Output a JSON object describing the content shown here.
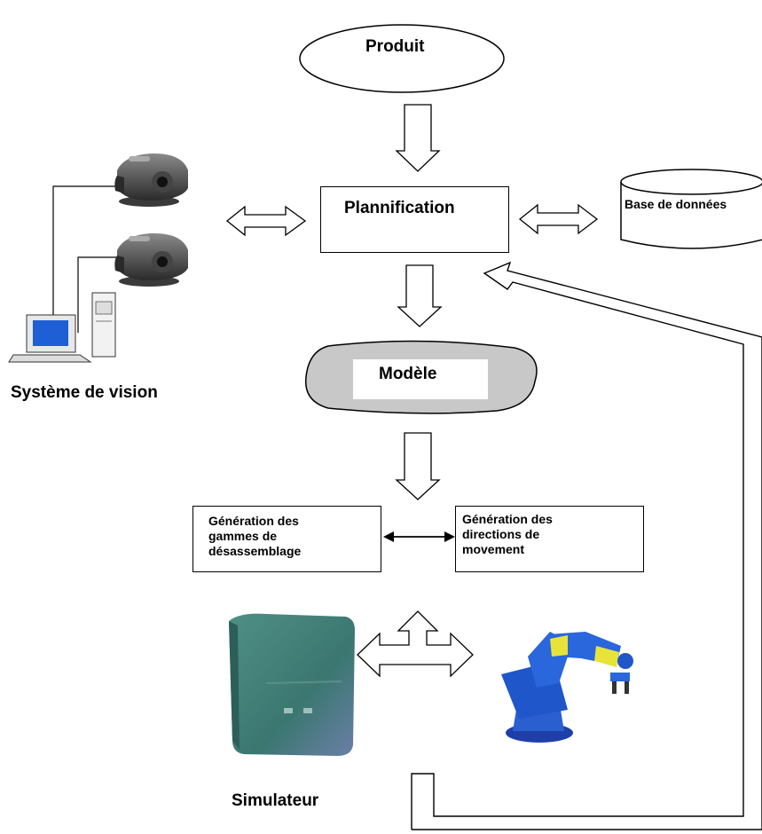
{
  "nodes": {
    "produit": "Produit",
    "plannification": "Plannification",
    "base_donnees": "Base de données",
    "modele": "Modèle",
    "gen_gammes": "Génération des gammes de désassemblage",
    "gen_directions": "Génération des directions de movement",
    "systeme_vision": "Système de vision",
    "simulateur": "Simulateur"
  },
  "gen_gammes_lines": [
    "Génération des",
    "gammes de",
    "désassemblage"
  ],
  "gen_directions_lines": [
    "Génération des",
    "directions de",
    "movement"
  ],
  "icons": [
    "camera-icon",
    "computer-icon",
    "simulator-cabinet-icon",
    "robot-arm-icon"
  ],
  "colors": {
    "modele_fill": "#c8c8c8",
    "robot_blue": "#1f56c9",
    "robot_yellow": "#e8e33a",
    "simulator_teal": "#3f7f78"
  }
}
